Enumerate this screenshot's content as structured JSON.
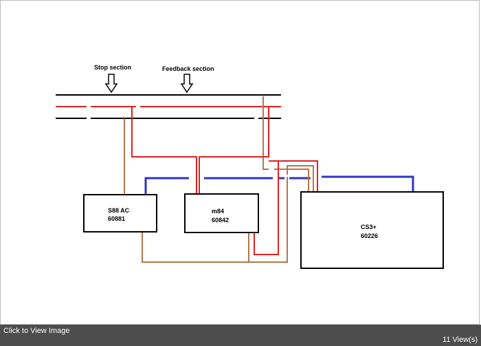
{
  "diagram": {
    "labels": {
      "stop_section": "Stop section",
      "feedback_section": "Feedback section"
    },
    "boxes": {
      "s88": {
        "name": "S88 AC",
        "code": "60881"
      },
      "m84": {
        "name": "m84",
        "code": "60842"
      },
      "cs3": {
        "name": "CS3+",
        "code": "60226"
      }
    },
    "colors": {
      "track": "#000000",
      "power_feed": "#e02020",
      "feedback_wire": "#b5764a",
      "bus_cable": "#2b35c9"
    }
  },
  "footer": {
    "click_text": "Click to View Image",
    "views_text": "11 View(s)"
  }
}
